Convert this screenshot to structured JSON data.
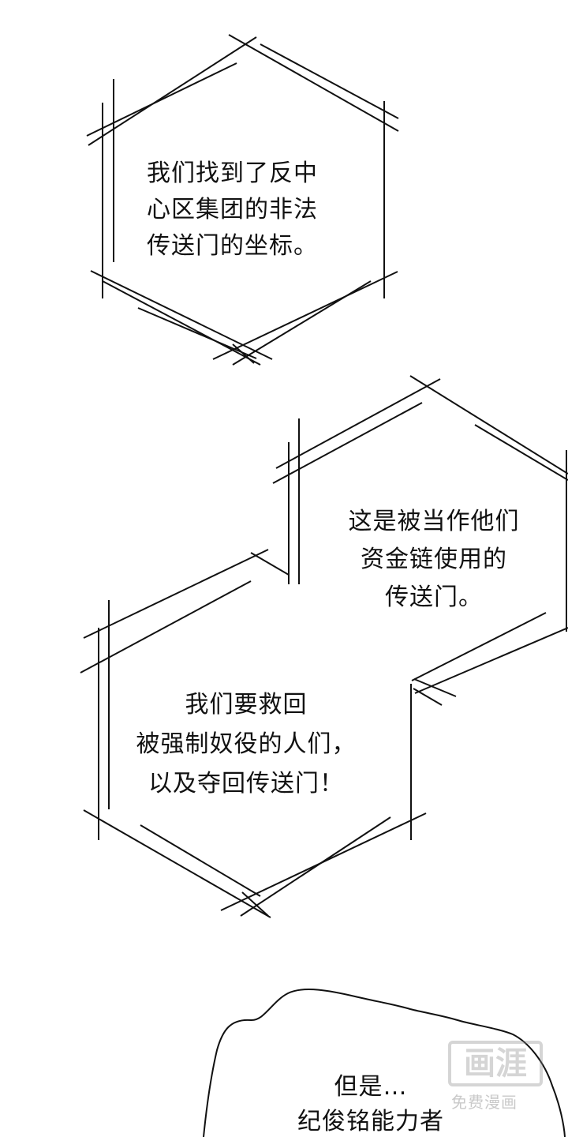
{
  "bubbles": {
    "first": {
      "lines": [
        "我们找到了反中",
        "心区集团的非法",
        "传送门的坐标。"
      ]
    },
    "second": {
      "lines": [
        "这是被当作他们",
        "资金链使用的",
        "传送门。"
      ]
    },
    "third": {
      "lines": [
        "我们要救回",
        "被强制奴役的人们，",
        "以及夺回传送门！"
      ]
    },
    "fourth": {
      "lines": [
        "但是…",
        "纪俊铭能力者"
      ]
    }
  },
  "watermark": {
    "logo": "画涯",
    "subtitle": "免费漫画"
  },
  "colors": {
    "ink": "#111111",
    "background": "#ffffff"
  }
}
